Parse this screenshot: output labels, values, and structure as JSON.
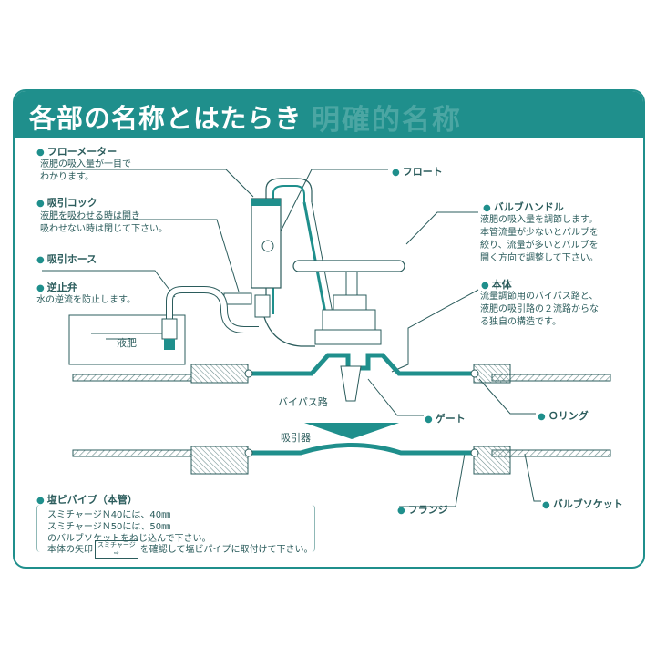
{
  "title": "各部の名称とはたらき",
  "title_ghost": "明確的名称",
  "parts": {
    "flowmeter": {
      "label": "フローメーター",
      "desc": [
        "液肥の吸入量が一目で",
        "わかります。"
      ]
    },
    "suction_cock": {
      "label": "吸引コック",
      "desc": [
        "液肥を吸わせる時は開き",
        "吸わせない時は閉じて下さい。"
      ]
    },
    "suction_hose": {
      "label": "吸引ホース"
    },
    "check_valve": {
      "label": "逆止弁",
      "desc": [
        "水の逆流を防止します。"
      ]
    },
    "float": {
      "label": "フロート"
    },
    "valve_handle": {
      "label": "バルブハンドル",
      "desc": [
        "液肥の吸入量を調節します。",
        "本管流量が少ないとバルブを",
        "絞り、流量が多いとバルブを",
        "開く方向で調整して下さい。"
      ]
    },
    "body": {
      "label": "本体",
      "desc": [
        "流量調節用のバイパス路と、",
        "液肥の吸引路の２流路からな",
        "る独自の構造です。"
      ]
    },
    "gate": {
      "label": "ゲート"
    },
    "o_ring": {
      "label": "Ｏリング"
    },
    "flange": {
      "label": "フランジ"
    },
    "valve_socket": {
      "label": "バルブソケット"
    },
    "pvc_pipe": {
      "label": "塩ビパイプ（本管）",
      "notes": [
        "スミチャージＮ40には、40㎜",
        "スミチャージＮ50には、50㎜",
        "のバルブソケットをねじ込んで下さい。"
      ],
      "note_arrow_before": "本体の矢印",
      "note_arrow_badge": "スミチャージ",
      "note_arrow_after": "を確認して塩ビパイプに取付けて下さい。"
    }
  },
  "flow_labels": {
    "liquid": "液肥",
    "bypass": "バイパス路",
    "suction": "吸引器"
  },
  "colors": {
    "accent": "#1f8f8c",
    "line": "#2b5c5c",
    "hatch": "#6f8f8f"
  }
}
